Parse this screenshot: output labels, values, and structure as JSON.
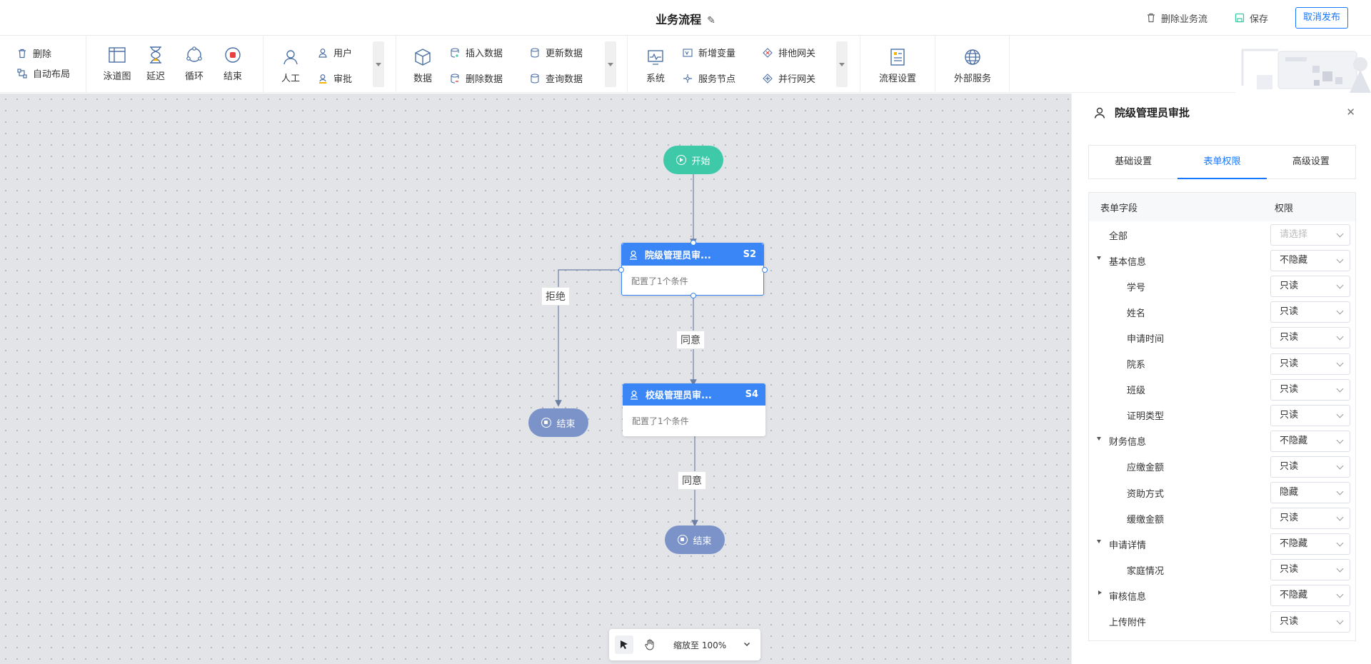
{
  "header": {
    "title": "业务流程",
    "delete_flow": "删除业务流",
    "save": "保存",
    "unpublish": "取消发布"
  },
  "toolbar": {
    "delete": "删除",
    "auto_layout": "自动布局",
    "swimlane": "泳道图",
    "delay": "延迟",
    "loop": "循环",
    "end": "结束",
    "manual": "人工",
    "user": "用户",
    "approve": "审批",
    "data": "数据",
    "insert_data": "插入数据",
    "update_data": "更新数据",
    "delete_data": "删除数据",
    "query_data": "查询数据",
    "system": "系统",
    "add_variable": "新增变量",
    "service_node": "服务节点",
    "exclusive_gateway": "排他网关",
    "parallel_gateway": "并行网关",
    "flow_settings": "流程设置",
    "external_service": "外部服务"
  },
  "canvas": {
    "start": "开始",
    "end_left": "结束",
    "end_bottom": "结束",
    "node1": {
      "title": "院级管理员审...",
      "code": "S2",
      "body": "配置了1个条件"
    },
    "node2": {
      "title": "校级管理员审...",
      "code": "S4",
      "body": "配置了1个条件"
    },
    "edge_reject": "拒绝",
    "edge_agree1": "同意",
    "edge_agree2": "同意"
  },
  "bottom": {
    "zoom": "缩放至 100%"
  },
  "panel": {
    "title": "院级管理员审批",
    "tabs": [
      "基础设置",
      "表单权限",
      "高级设置"
    ],
    "active_tab": 1,
    "col_field": "表单字段",
    "col_perm": "权限",
    "rows": [
      {
        "label": "全部",
        "value": "请选择",
        "placeholder": true,
        "level": 0,
        "expand": ""
      },
      {
        "label": "基本信息",
        "value": "不隐藏",
        "level": 0,
        "expand": "down"
      },
      {
        "label": "学号",
        "value": "只读",
        "level": 1,
        "expand": ""
      },
      {
        "label": "姓名",
        "value": "只读",
        "level": 1,
        "expand": ""
      },
      {
        "label": "申请时间",
        "value": "只读",
        "level": 1,
        "expand": ""
      },
      {
        "label": "院系",
        "value": "只读",
        "level": 1,
        "expand": ""
      },
      {
        "label": "班级",
        "value": "只读",
        "level": 1,
        "expand": ""
      },
      {
        "label": "证明类型",
        "value": "只读",
        "level": 1,
        "expand": ""
      },
      {
        "label": "财务信息",
        "value": "不隐藏",
        "level": 0,
        "expand": "down"
      },
      {
        "label": "应缴金额",
        "value": "只读",
        "level": 1,
        "expand": ""
      },
      {
        "label": "资助方式",
        "value": "隐藏",
        "level": 1,
        "expand": ""
      },
      {
        "label": "缓缴金额",
        "value": "只读",
        "level": 1,
        "expand": ""
      },
      {
        "label": "申请详情",
        "value": "不隐藏",
        "level": 0,
        "expand": "down"
      },
      {
        "label": "家庭情况",
        "value": "只读",
        "level": 1,
        "expand": ""
      },
      {
        "label": "审核信息",
        "value": "不隐藏",
        "level": 0,
        "expand": "right"
      },
      {
        "label": "上传附件",
        "value": "只读",
        "level": 0,
        "expand": ""
      }
    ]
  },
  "colors": {
    "primary": "#3a86f7",
    "start": "#3ec9a8",
    "end": "#7b93c9",
    "link": "#1677ff"
  }
}
